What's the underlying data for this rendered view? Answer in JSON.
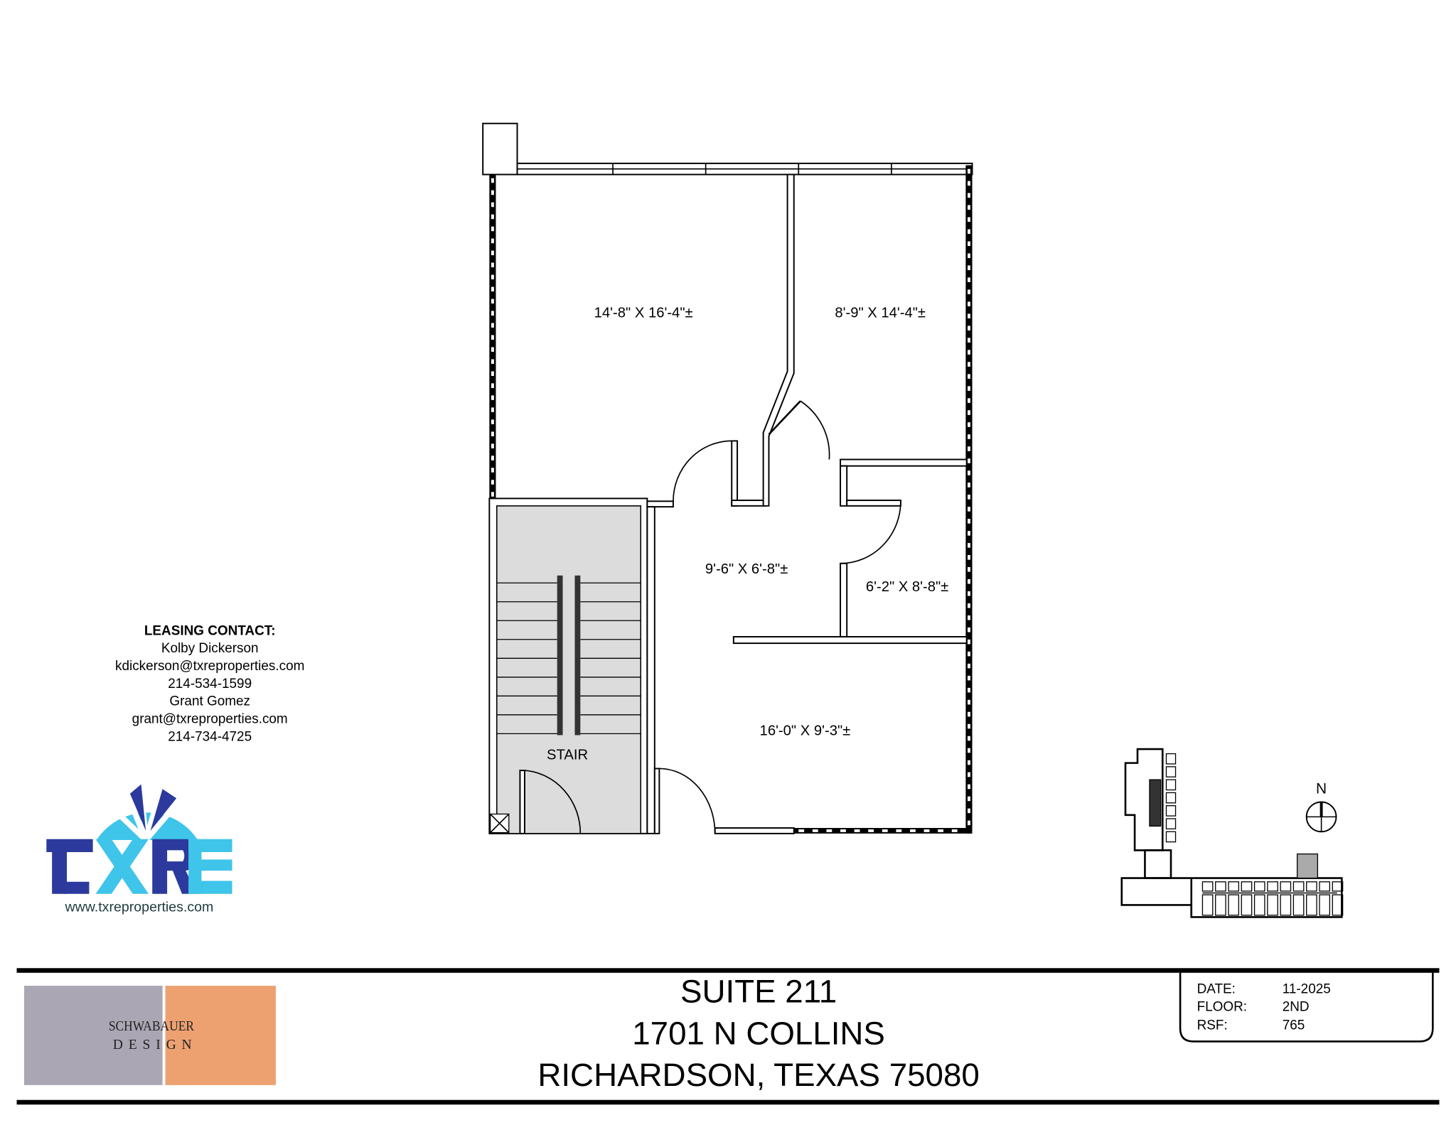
{
  "floor_plan": {
    "rooms": [
      {
        "label": "14'-8\" X 16'-4\"±"
      },
      {
        "label": "8'-9\" X 14'-4\"±"
      },
      {
        "label": "9'-6\" X 6'-8\"±"
      },
      {
        "label": "6'-2\" X 8'-8\"±"
      },
      {
        "label": "16'-0\" X 9'-3\"±"
      }
    ],
    "stair_label": "STAIR",
    "stair_fill": "#dcdcdc"
  },
  "leasing": {
    "heading": "LEASING CONTACT:",
    "lines": [
      "Kolby Dickerson",
      "kdickerson@txreproperties.com",
      "214-534-1599",
      "Grant Gomez",
      "grant@txreproperties.com",
      "214-734-4725"
    ]
  },
  "txre_logo": {
    "letters": "TXRE",
    "url": "www.txreproperties.com",
    "colors": {
      "dark": "#2b3a9c",
      "light": "#3fc4ea"
    }
  },
  "keyplan": {
    "north_label": "N"
  },
  "title_block": {
    "lines": [
      "SUITE 211",
      "1701 N COLLINS",
      "RICHARDSON, TEXAS 75080"
    ],
    "info": [
      {
        "label": "DATE:",
        "value": "11-2025"
      },
      {
        "label": "FLOOR:",
        "value": "2ND"
      },
      {
        "label": "RSF:",
        "value": "765"
      }
    ],
    "designer_logo": {
      "text_top": "SCHWABAUER",
      "text_bottom": "DESIGN",
      "colors": {
        "gray": "#aaa6b4",
        "orange": "#eda171"
      }
    }
  }
}
